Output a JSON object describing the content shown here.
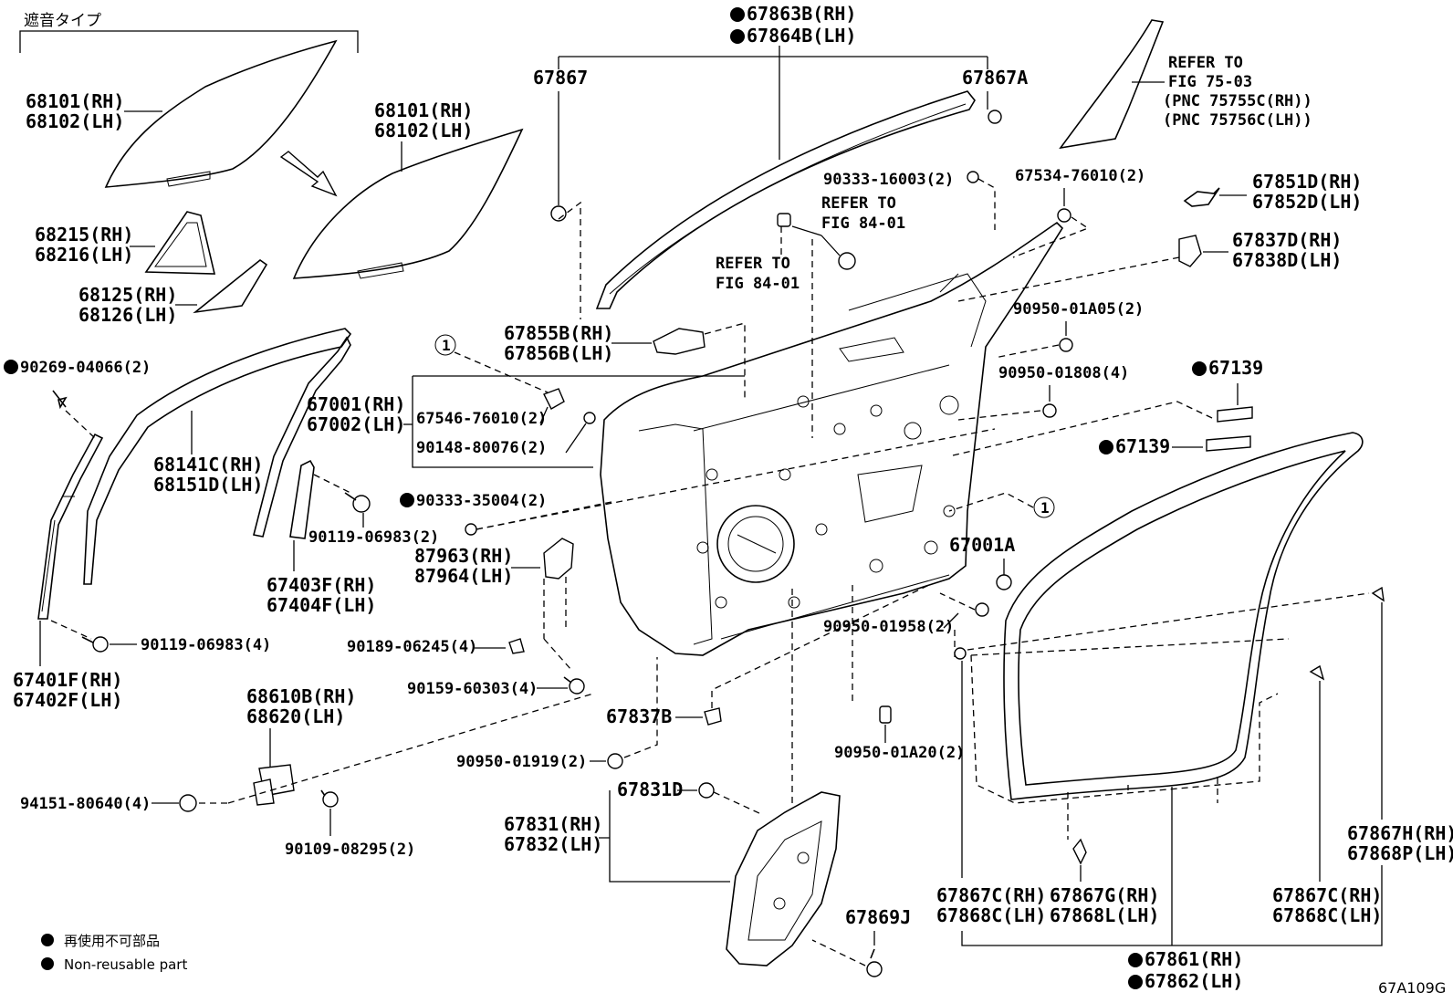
{
  "header": {
    "sound_type": "遮音タイプ"
  },
  "labels": {
    "glass_top_rh": "68101(RH)",
    "glass_top_lh": "68102(LH)",
    "glass_mid_rh": "68101(RH)",
    "glass_mid_lh": "68102(LH)",
    "l68215": "68215(RH)",
    "l68216": "68216(LH)",
    "l68125": "68125(RH)",
    "l68126": "68126(LH)",
    "l90269": "90269-04066(2)",
    "l67001": "67001(RH)",
    "l67002": "67002(LH)",
    "l68141": "68141C(RH)",
    "l68151": "68151D(LH)",
    "l90119a": "90119-06983(2)",
    "l67403": "67403F(RH)",
    "l67404": "67404F(LH)",
    "l90119b": "90119-06983(4)",
    "l67401": "67401F(RH)",
    "l67402": "67402F(LH)",
    "l68610": "68610B(RH)",
    "l68620": "68620(LH)",
    "l94151": "94151-80640(4)",
    "l90109": "90109-08295(2)",
    "l67863": "67863B(RH)",
    "l67864": "67864B(LH)",
    "l67867": "67867",
    "l67867a": "67867A",
    "refer75_1": "REFER TO",
    "refer75_2": "FIG 75-03",
    "refer75_3": "(PNC 75755C(RH))",
    "refer75_4": "(PNC 75756C(LH))",
    "l90333_16": "90333-16003(2)",
    "l67534": "67534-76010(2)",
    "refer84a_1": "REFER TO",
    "refer84a_2": "FIG 84-01",
    "refer84b_1": "REFER TO",
    "refer84b_2": "FIG 84-01",
    "l67851": "67851D(RH)",
    "l67852": "67852D(LH)",
    "l67837d": "67837D(RH)",
    "l67838d": "67838D(LH)",
    "l67855": "67855B(RH)",
    "l67856": "67856B(LH)",
    "l90950_05": "90950-01A05(2)",
    "l90950_08": "90950-01808(4)",
    "l67139a": "67139",
    "l67139b": "67139",
    "l67546": "67546-76010(2)",
    "l90148": "90148-80076(2)",
    "l90333_35": "90333-35004(2)",
    "l87963": "87963(RH)",
    "l87964": "87964(LH)",
    "l67001a": "67001A",
    "l90950_58": "90950-01958(2)",
    "l90189": "90189-06245(4)",
    "l90159": "90159-60303(4)",
    "l67837b": "67837B",
    "l90950_19": "90950-01919(2)",
    "l90950_20": "90950-01A20(2)",
    "l67831d": "67831D",
    "l67831": "67831(RH)",
    "l67832": "67832(LH)",
    "l67869j": "67869J",
    "l67867h": "67867H(RH)",
    "l67868p": "67868P(LH)",
    "l67867c_l": "67867C(RH)",
    "l67868c_l": "67868C(LH)",
    "l67867g": "67867G(RH)",
    "l67868l": "67868L(LH)",
    "l67867c_r": "67867C(RH)",
    "l67868c_r": "67868C(LH)",
    "l67861": "67861(RH)",
    "l67862": "67862(LH)",
    "circle_ref_a": "1",
    "circle_ref_b": "1"
  },
  "legend": {
    "nonreusable_jp": "再使用不可部品",
    "nonreusable_en": "Non-reusable part"
  },
  "figure_code": "67A109G"
}
